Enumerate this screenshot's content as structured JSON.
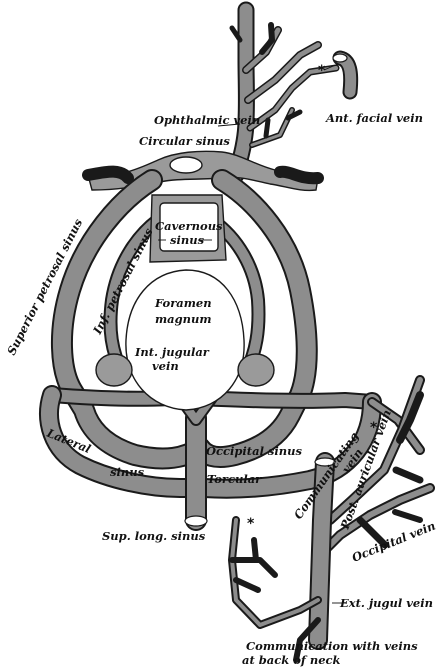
{
  "labels": {
    "ant_facial_vein": "Ant. facial vein",
    "ophthalmic_vein": "Ophthalmic vein",
    "circular_sinus": "Circular sinus",
    "cavernous_sinus_1": "Cavernous",
    "cavernous_sinus_2": "sinus",
    "foramen_magnum_1": "Foramen",
    "foramen_magnum_2": "magnum",
    "superior_petrosal_sinus": "Superior petrosal sinus",
    "inf_petrosal_sinus": "Inf. petrosal sinus",
    "int_jugular_vein_1": "Int. jugular",
    "int_jugular_vein_2": "vein",
    "lateral_sinus_1": "Lateral",
    "lateral_sinus_2": "sinus",
    "occipital_sinus": "Occipital sinus",
    "torcular": "Torcular",
    "sup_long_sinus": "Sup. long. sinus",
    "communicating_vein_1": "Communicating",
    "communicating_vein_2": "vein",
    "post_auricular_vein": "Post. auricular vein",
    "occipital_vein": "Occipital vein",
    "ext_jugul_vein": "Ext. jugul vein",
    "communication_1": "Communication with veins",
    "communication_2": "at back of neck",
    "asterisk": "*"
  }
}
